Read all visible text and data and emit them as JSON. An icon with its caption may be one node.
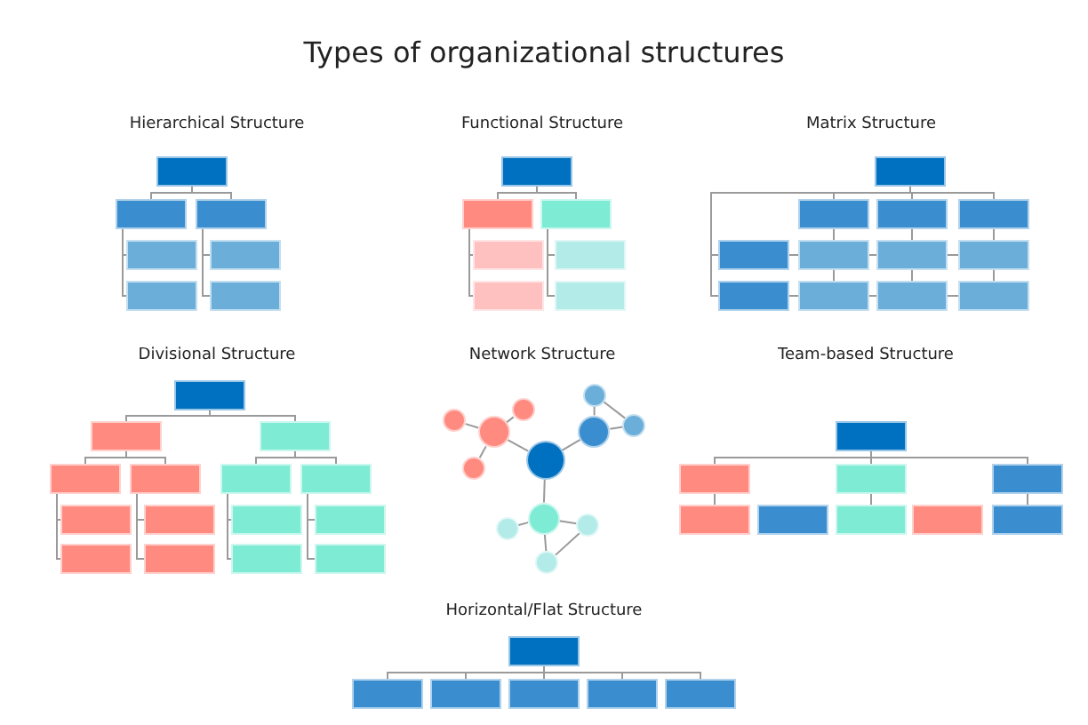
{
  "diagram": {
    "title": "Types of organizational structures",
    "nodes": [
      {
        "text": [],
        "shape": "box"
      },
      {
        "text": [],
        "shape": "box"
      },
      {
        "text": [],
        "shape": "box"
      },
      {
        "text": [],
        "shape": "box"
      },
      {
        "text": [],
        "shape": "box"
      },
      {
        "text": [],
        "shape": "box"
      },
      {
        "text": [],
        "shape": "box"
      },
      {
        "text": [],
        "shape": "box"
      },
      {
        "text": [],
        "shape": "box"
      },
      {
        "text": [],
        "shape": "box"
      },
      {
        "text": [],
        "shape": "box"
      },
      {
        "text": [],
        "shape": "box"
      },
      {
        "text": [],
        "shape": "box"
      },
      {
        "text": [],
        "shape": "box"
      },
      {
        "text": [],
        "shape": "box"
      },
      {
        "text": [],
        "shape": "box"
      },
      {
        "text": [],
        "shape": "box"
      },
      {
        "text": [],
        "shape": "box"
      },
      {
        "text": [],
        "shape": "box"
      },
      {
        "text": [],
        "shape": "box"
      },
      {
        "text": [],
        "shape": "box"
      },
      {
        "text": [],
        "shape": "box"
      },
      {
        "text": [],
        "shape": "box"
      },
      {
        "text": [],
        "shape": "box"
      },
      {
        "text": [],
        "shape": "box"
      },
      {
        "text": [],
        "shape": "box"
      },
      {
        "text": [],
        "shape": "box"
      },
      {
        "text": [],
        "shape": "box"
      },
      {
        "text": [],
        "shape": "box"
      },
      {
        "text": [],
        "shape": "box"
      },
      {
        "text": [],
        "shape": "box"
      },
      {
        "text": [],
        "shape": "box"
      },
      {
        "text": [],
        "shape": "box"
      },
      {
        "text": [],
        "shape": "box"
      },
      {
        "text": [],
        "shape": "box"
      },
      {
        "text": [],
        "shape": "box"
      },
      {
        "text": [],
        "shape": "box"
      },
      {
        "text": [],
        "shape": "box"
      },
      {
        "text": [],
        "shape": "box"
      },
      {
        "text": [],
        "shape": "box"
      },
      {
        "text": [],
        "shape": "box"
      },
      {
        "text": [],
        "shape": "circle"
      },
      {
        "text": [],
        "shape": "circle"
      },
      {
        "text": [],
        "shape": "circle"
      },
      {
        "text": [],
        "shape": "circle"
      },
      {
        "text": [],
        "shape": "circle"
      },
      {
        "text": [],
        "shape": "circle"
      },
      {
        "text": [],
        "shape": "circle"
      },
      {
        "text": [],
        "shape": "circle"
      },
      {
        "text": [],
        "shape": "circle"
      },
      {
        "text": [],
        "shape": "circle"
      },
      {
        "text": [],
        "shape": "circle"
      },
      {
        "text": [],
        "shape": "circle"
      },
      {
        "text": [],
        "shape": "box"
      },
      {
        "text": [],
        "shape": "box"
      },
      {
        "text": [],
        "shape": "box"
      },
      {
        "text": [],
        "shape": "box"
      },
      {
        "text": [],
        "shape": "box"
      },
      {
        "text": [],
        "shape": "box"
      },
      {
        "text": [],
        "shape": "box"
      },
      {
        "text": [],
        "shape": "box"
      },
      {
        "text": [],
        "shape": "box"
      },
      {
        "text": [],
        "shape": "box"
      },
      {
        "text": [],
        "shape": "box"
      },
      {
        "text": [],
        "shape": "box"
      },
      {
        "text": [],
        "shape": "box"
      },
      {
        "text": [],
        "shape": "box"
      },
      {
        "text": [],
        "shape": "box"
      }
    ],
    "edges": [
      {
        "from": 0,
        "to": 1,
        "arrow": "none"
      },
      {
        "from": 0,
        "to": 2,
        "arrow": "none"
      },
      {
        "from": 1,
        "to": 3,
        "arrow": "none"
      },
      {
        "from": 1,
        "to": 4,
        "arrow": "none"
      },
      {
        "from": 2,
        "to": 5,
        "arrow": "none"
      },
      {
        "from": 2,
        "to": 6,
        "arrow": "none"
      },
      {
        "from": 7,
        "to": 8,
        "arrow": "none"
      },
      {
        "from": 7,
        "to": 9,
        "arrow": "none"
      },
      {
        "from": 8,
        "to": 10,
        "arrow": "none"
      },
      {
        "from": 8,
        "to": 11,
        "arrow": "none"
      },
      {
        "from": 9,
        "to": 12,
        "arrow": "none"
      },
      {
        "from": 9,
        "to": 13,
        "arrow": "none"
      },
      {
        "from": 14,
        "to": 15,
        "arrow": "none"
      },
      {
        "from": 14,
        "to": 16,
        "arrow": "none"
      },
      {
        "from": 14,
        "to": 17,
        "arrow": "none"
      },
      {
        "from": 14,
        "to": 18,
        "arrow": "none"
      },
      {
        "from": 14,
        "to": 22,
        "arrow": "none"
      },
      {
        "from": 15,
        "to": 19,
        "arrow": "none"
      },
      {
        "from": 16,
        "to": 20,
        "arrow": "none"
      },
      {
        "from": 17,
        "to": 21,
        "arrow": "none"
      },
      {
        "from": 19,
        "to": 23,
        "arrow": "none"
      },
      {
        "from": 20,
        "to": 24,
        "arrow": "none"
      },
      {
        "from": 21,
        "to": 25,
        "arrow": "none"
      },
      {
        "from": 18,
        "to": 19,
        "arrow": "none"
      },
      {
        "from": 19,
        "to": 20,
        "arrow": "none"
      },
      {
        "from": 20,
        "to": 21,
        "arrow": "none"
      },
      {
        "from": 22,
        "to": 23,
        "arrow": "none"
      },
      {
        "from": 23,
        "to": 24,
        "arrow": "none"
      },
      {
        "from": 24,
        "to": 25,
        "arrow": "none"
      },
      {
        "from": 26,
        "to": 27,
        "arrow": "none"
      },
      {
        "from": 26,
        "to": 28,
        "arrow": "none"
      },
      {
        "from": 27,
        "to": 29,
        "arrow": "none"
      },
      {
        "from": 27,
        "to": 30,
        "arrow": "none"
      },
      {
        "from": 28,
        "to": 31,
        "arrow": "none"
      },
      {
        "from": 28,
        "to": 32,
        "arrow": "none"
      },
      {
        "from": 29,
        "to": 33,
        "arrow": "none"
      },
      {
        "from": 29,
        "to": 37,
        "arrow": "none"
      },
      {
        "from": 30,
        "to": 34,
        "arrow": "none"
      },
      {
        "from": 30,
        "to": 38,
        "arrow": "none"
      },
      {
        "from": 31,
        "to": 35,
        "arrow": "none"
      },
      {
        "from": 31,
        "to": 39,
        "arrow": "none"
      },
      {
        "from": 32,
        "to": 36,
        "arrow": "none"
      },
      {
        "from": 32,
        "to": 40,
        "arrow": "none"
      },
      {
        "from": 47,
        "to": 46,
        "arrow": "none"
      },
      {
        "from": 47,
        "to": 45,
        "arrow": "none"
      },
      {
        "from": 47,
        "to": 49,
        "arrow": "none"
      },
      {
        "from": 46,
        "to": 43,
        "arrow": "none"
      },
      {
        "from": 46,
        "to": 42,
        "arrow": "none"
      },
      {
        "from": 46,
        "to": 48,
        "arrow": "none"
      },
      {
        "from": 45,
        "to": 41,
        "arrow": "none"
      },
      {
        "from": 45,
        "to": 44,
        "arrow": "none"
      },
      {
        "from": 41,
        "to": 44,
        "arrow": "none"
      },
      {
        "from": 49,
        "to": 51,
        "arrow": "none"
      },
      {
        "from": 49,
        "to": 50,
        "arrow": "none"
      },
      {
        "from": 49,
        "to": 52,
        "arrow": "none"
      },
      {
        "from": 50,
        "to": 52,
        "arrow": "none"
      },
      {
        "from": 53,
        "to": 54,
        "arrow": "none"
      },
      {
        "from": 53,
        "to": 55,
        "arrow": "none"
      },
      {
        "from": 53,
        "to": 56,
        "arrow": "none"
      },
      {
        "from": 54,
        "to": 57,
        "arrow": "none"
      },
      {
        "from": 55,
        "to": 59,
        "arrow": "none"
      },
      {
        "from": 56,
        "to": 61,
        "arrow": "none"
      },
      {
        "from": 62,
        "to": 63,
        "arrow": "none"
      },
      {
        "from": 62,
        "to": 64,
        "arrow": "none"
      },
      {
        "from": 62,
        "to": 65,
        "arrow": "none"
      },
      {
        "from": 62,
        "to": 66,
        "arrow": "none"
      },
      {
        "from": 62,
        "to": 67,
        "arrow": "none"
      }
    ],
    "labels": [
      "Hierarchical Structure",
      "Functional Structure",
      "Matrix Structure",
      "Divisional Structure",
      "Network Structure",
      "Team-based Structure",
      "Horizontal/Flat Structure"
    ]
  }
}
